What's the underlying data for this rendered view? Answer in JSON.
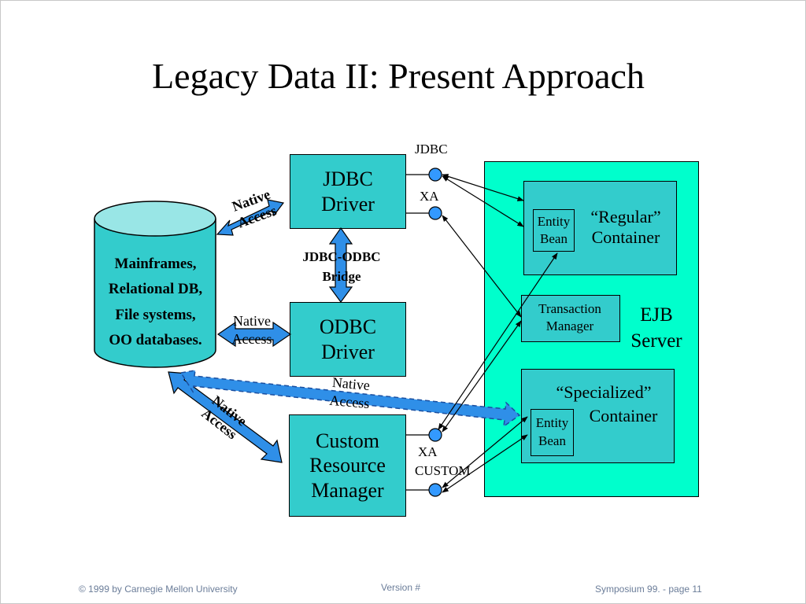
{
  "slide": {
    "title": "Legacy Data II: Present Approach"
  },
  "diagram": {
    "database_lines": [
      "Mainframes,",
      "Relational DB,",
      "File systems,",
      "OO databases."
    ],
    "jdbc_driver": [
      "JDBC",
      "Driver"
    ],
    "odbc_driver": [
      "ODBC",
      "Driver"
    ],
    "custom_rm": [
      "Custom",
      "Resource",
      "Manager"
    ],
    "bridge": [
      "JDBC-ODBC",
      "Bridge"
    ],
    "native_access_top": [
      "Native",
      "Access"
    ],
    "native_access_mid": [
      "Native",
      "Access"
    ],
    "native_access_bottom": [
      "Native",
      "Access"
    ],
    "native_access_dashed": [
      "Native",
      "Access"
    ],
    "port_jdbc": "JDBC",
    "port_xa_top": "XA",
    "port_xa_bottom": "XA",
    "port_custom": "CUSTOM",
    "ejb_server": [
      "EJB",
      "Server"
    ],
    "regular_container": [
      "“Regular”",
      "Container"
    ],
    "entity_bean_1": [
      "Entity",
      "Bean"
    ],
    "transaction_manager": [
      "Transaction",
      "Manager"
    ],
    "specialized_container": [
      "“Specialized”",
      "Container"
    ],
    "entity_bean_2": [
      "Entity",
      "Bean"
    ]
  },
  "footer": {
    "copyright": "© 1999 by Carnegie Mellon University",
    "version": "Version #",
    "page": "Symposium 99. - page 11"
  },
  "colors": {
    "box_fill": "#33cccc",
    "ejb_server_fill": "#00ffcc",
    "db_top": "#99e6e6",
    "arrow_blue": "#2f8fe8",
    "port_blue": "#3399ff"
  }
}
